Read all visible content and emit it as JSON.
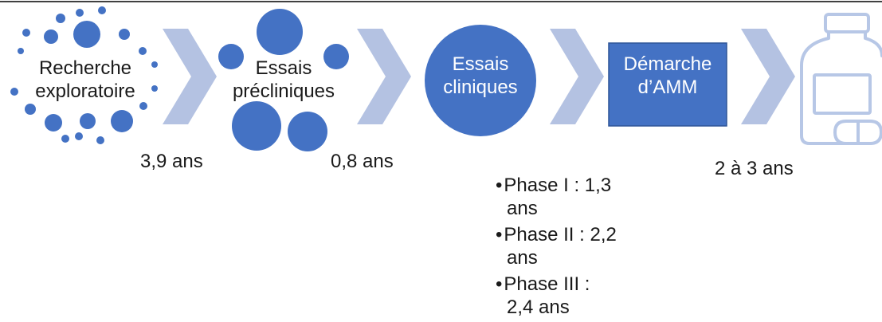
{
  "steps": [
    {
      "label_lines": [
        "Recherche",
        "exploratoire"
      ],
      "duration": "3,9 ans"
    },
    {
      "label_lines": [
        "Essais",
        "précliniques"
      ],
      "duration": "0,8 ans"
    },
    {
      "label_lines": [
        "Essais",
        "cliniques"
      ]
    },
    {
      "label_lines": [
        "Démarche",
        "d’AMM"
      ],
      "duration": "2 à 3 ans"
    }
  ],
  "phases": [
    {
      "line1": "Phase I : 1,3",
      "line2": "ans"
    },
    {
      "line1": "Phase II : 2,2",
      "line2": "ans"
    },
    {
      "line1": "Phase III :",
      "line2": "2,4 ans"
    }
  ],
  "bullet_char": "•",
  "colors": {
    "primary": "#4472c4",
    "chevron": "#b4c2e2",
    "icon_stroke": "#b7c7e6",
    "text": "#1a1a1a",
    "box_border": "#2f5597"
  },
  "icon": "medicine-bottle-and-pill-icon"
}
